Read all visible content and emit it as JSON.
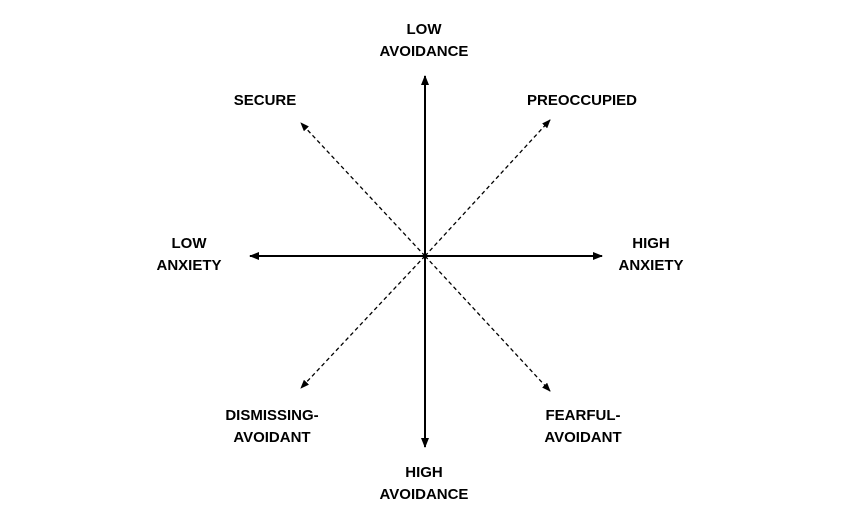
{
  "colors": {
    "stroke": "#000000",
    "text": "#000000",
    "background": "#ffffff"
  },
  "axes": {
    "top": [
      "LOW",
      "AVOIDANCE"
    ],
    "bottom": [
      "HIGH",
      "AVOIDANCE"
    ],
    "left": [
      "LOW",
      "ANXIETY"
    ],
    "right": [
      "HIGH",
      "ANXIETY"
    ]
  },
  "quadrants": {
    "top_left": [
      "SECURE"
    ],
    "top_right": [
      "PREOCCUPIED"
    ],
    "bottom_left": [
      "DISMISSING-",
      "AVOIDANT"
    ],
    "bottom_right": [
      "FEARFUL-",
      "AVOIDANT"
    ]
  }
}
